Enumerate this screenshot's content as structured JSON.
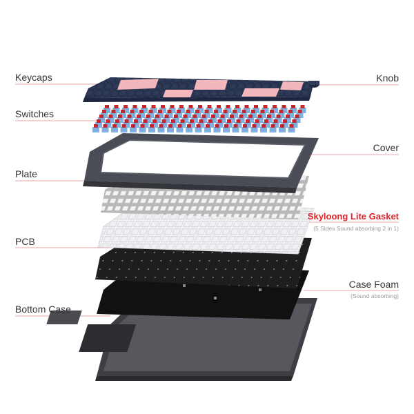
{
  "labels": {
    "keycaps": "Keycaps",
    "switches": "Switches",
    "plate": "Plate",
    "pcb": "PCB",
    "bottom_case": "Bottom Case",
    "knob": "Knob",
    "cover": "Cover",
    "gasket": "Skyloong Lite Gasket",
    "gasket_sub": "(5 Sides Sound absorbing 2 in 1)",
    "case_foam": "Case Foam",
    "case_foam_sub": "(Sound absorbing)"
  },
  "colors": {
    "leader_line": "#e9a3a6",
    "highlight": "#e0242b",
    "keycap_navy": "#2e3a57",
    "keycap_pink": "#f2b7bd",
    "switch_blue": "#7fb0e0",
    "switch_red": "#c0282e",
    "cover_gray": "#4a4d55",
    "plate_gray": "#b8b8b8",
    "gasket_white": "#f0f0f2",
    "pcb_black": "#1e1e1e",
    "foam_black": "#111111",
    "bottom_gray": "#3e3f44"
  }
}
